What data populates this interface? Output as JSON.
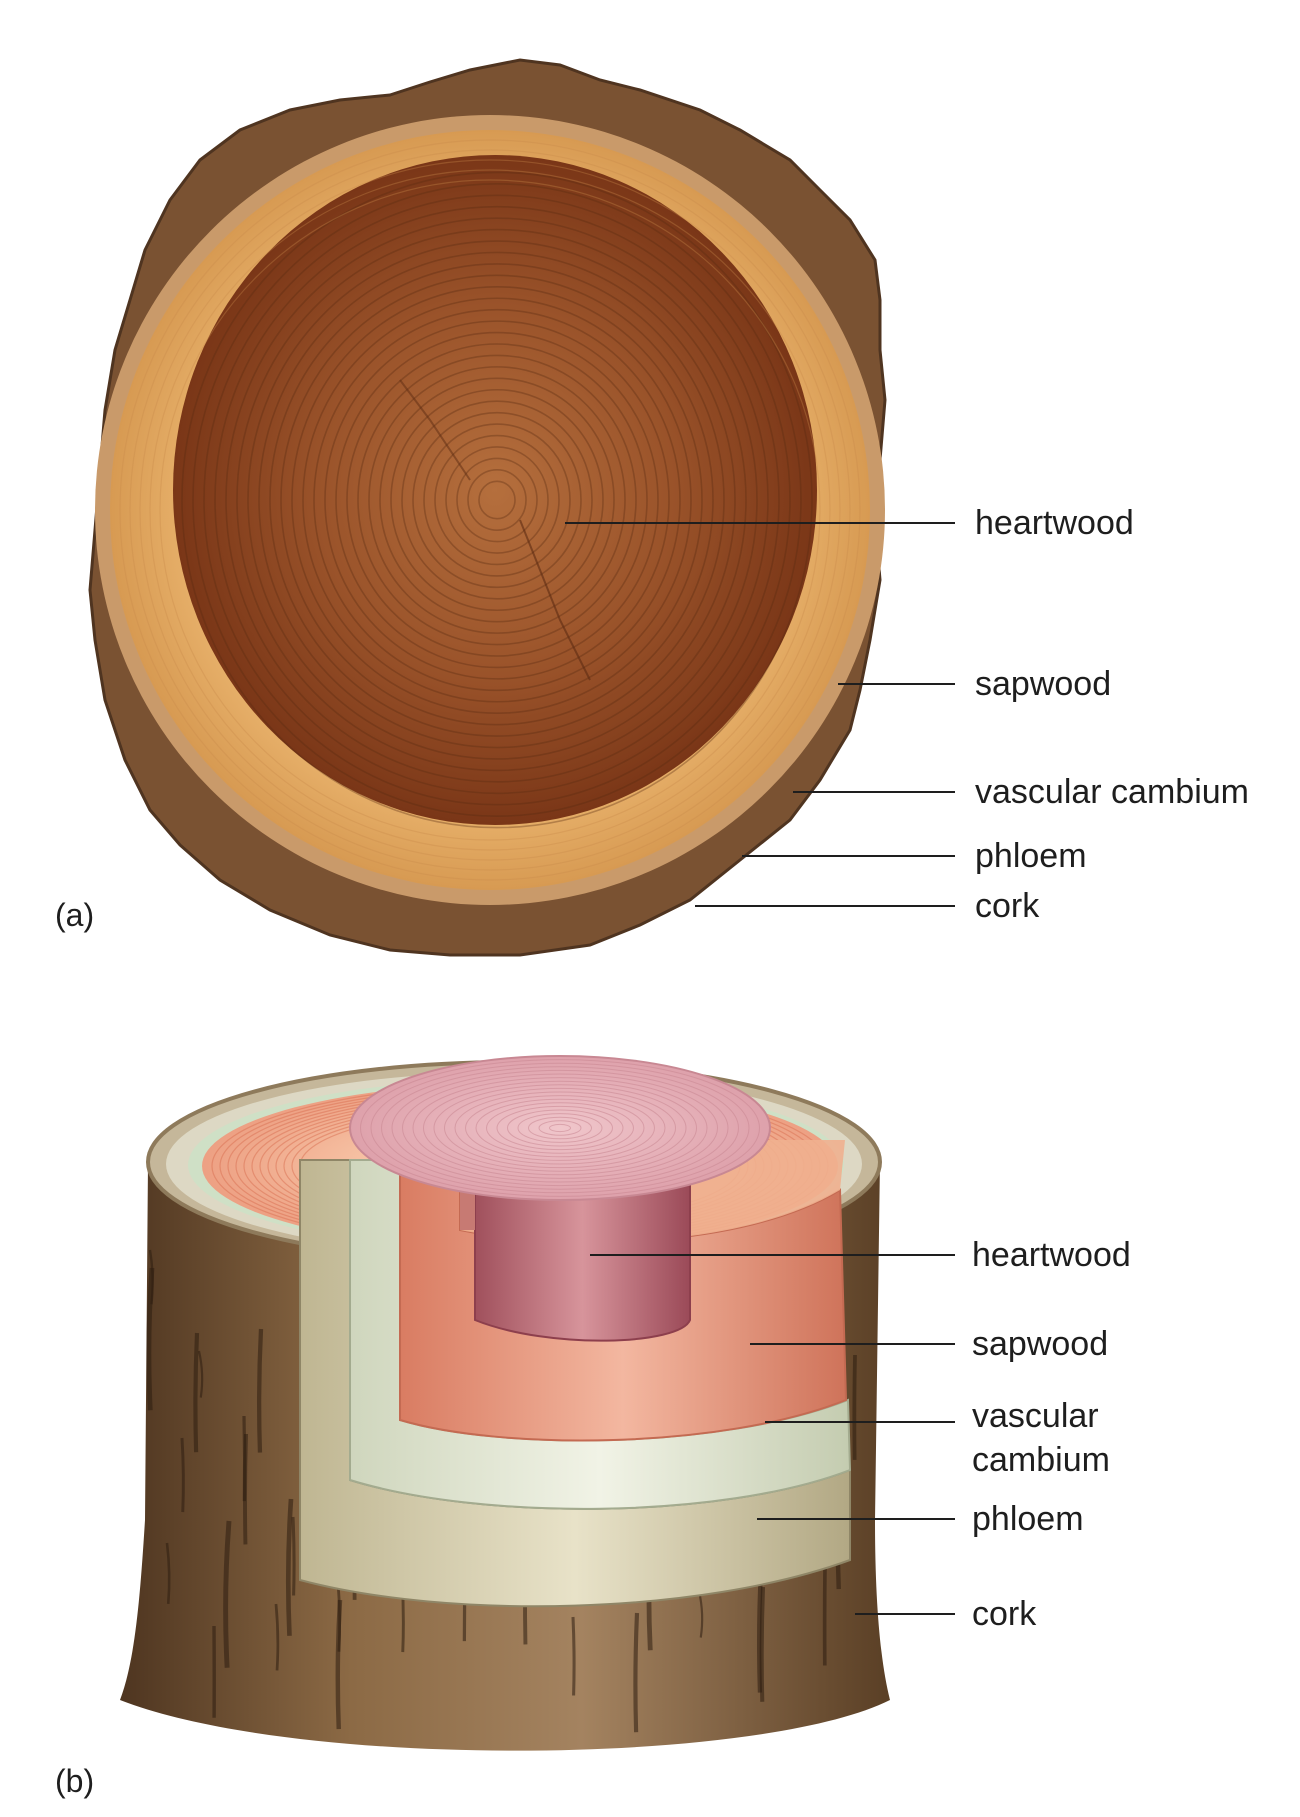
{
  "panel_a": {
    "letter": "(a)",
    "labels": {
      "heartwood": "heartwood",
      "sapwood": "sapwood",
      "vascular_cambium": "vascular cambium",
      "phloem": "phloem",
      "cork": "cork"
    }
  },
  "panel_b": {
    "letter": "(b)",
    "labels": {
      "heartwood": "heartwood",
      "sapwood": "sapwood",
      "vascular_cambium_line1": "vascular",
      "vascular_cambium_line2": "cambium",
      "phloem": "phloem",
      "cork": "cork"
    }
  },
  "colors": {
    "bark": "#7a5232",
    "sapwood_photo": "#e3aa62",
    "heartwood_photo": "#8a431c",
    "heartwood_model": "#c97c86",
    "sapwood_model": "#eea58a",
    "cambium_model": "#e4ead7",
    "phloem_model": "#d9d2b2",
    "leader_line": "#1e1e1e"
  }
}
